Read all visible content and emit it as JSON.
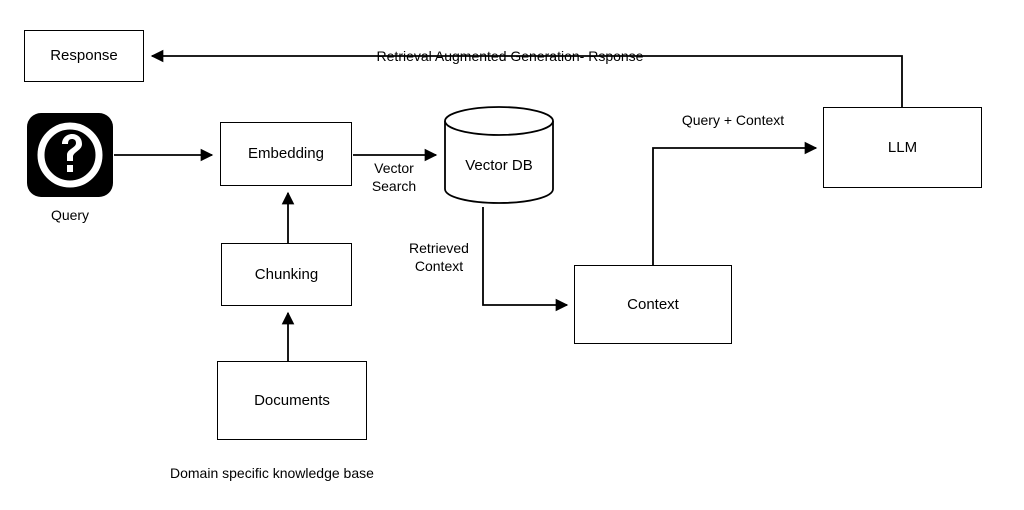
{
  "diagram": {
    "title_label": "Retrieval Augmented Generation- Rsponse",
    "footer_caption": "Domain specific knowledge base",
    "colors": {
      "stroke": "#000000",
      "fill": "#ffffff",
      "icon_plate": "#000000",
      "icon_glyph": "#ffffff"
    },
    "nodes": {
      "response": {
        "label": "Response",
        "shape": "rectangle"
      },
      "query": {
        "label": "Query",
        "shape": "icon",
        "icon": "question-mark-icon"
      },
      "embedding": {
        "label": "Embedding",
        "shape": "rectangle"
      },
      "chunking": {
        "label": "Chunking",
        "shape": "rectangle"
      },
      "documents": {
        "label": "Documents",
        "shape": "rectangle"
      },
      "vector_db": {
        "label": "Vector DB",
        "shape": "cylinder"
      },
      "context": {
        "label": "Context",
        "shape": "rectangle"
      },
      "llm": {
        "label": "LLM",
        "shape": "rectangle"
      }
    },
    "edge_labels": {
      "vector_search": "Vector\nSearch",
      "retrieved_context": "Retrieved\nContext",
      "query_plus_context": "Query + Context",
      "rag_response": "Retrieval Augmented Generation- Rsponse"
    },
    "edges": [
      {
        "from": "query",
        "to": "embedding",
        "label": ""
      },
      {
        "from": "documents",
        "to": "chunking",
        "label": ""
      },
      {
        "from": "chunking",
        "to": "embedding",
        "label": ""
      },
      {
        "from": "embedding",
        "to": "vector_db",
        "label": "Vector Search"
      },
      {
        "from": "vector_db",
        "to": "context",
        "label": "Retrieved Context"
      },
      {
        "from": "context",
        "to": "llm",
        "label": "Query + Context"
      },
      {
        "from": "llm",
        "to": "response",
        "label": "Retrieval Augmented Generation- Rsponse"
      }
    ]
  }
}
